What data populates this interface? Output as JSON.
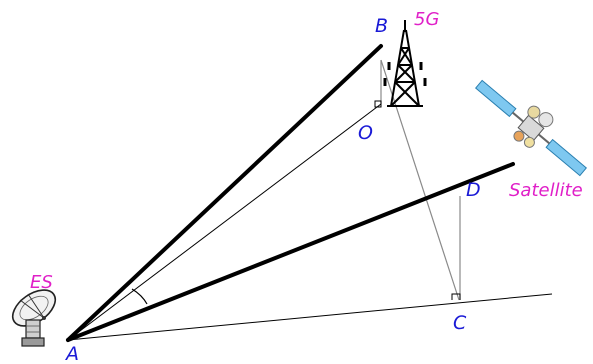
{
  "points": {
    "A": "A",
    "B": "B",
    "C": "C",
    "D": "D",
    "O": "O"
  },
  "tags": {
    "five_g": "5G",
    "satellite": "Satellite",
    "earth_station": "ES"
  },
  "colors": {
    "point_label": "#1a1ad6",
    "tag_label": "#e020c8",
    "line": "#000000",
    "thin_line": "#8a8a8a",
    "satellite_panel": "#7ec8f0"
  },
  "icons": [
    "tower-icon",
    "satellite-icon",
    "dish-antenna-icon"
  ]
}
